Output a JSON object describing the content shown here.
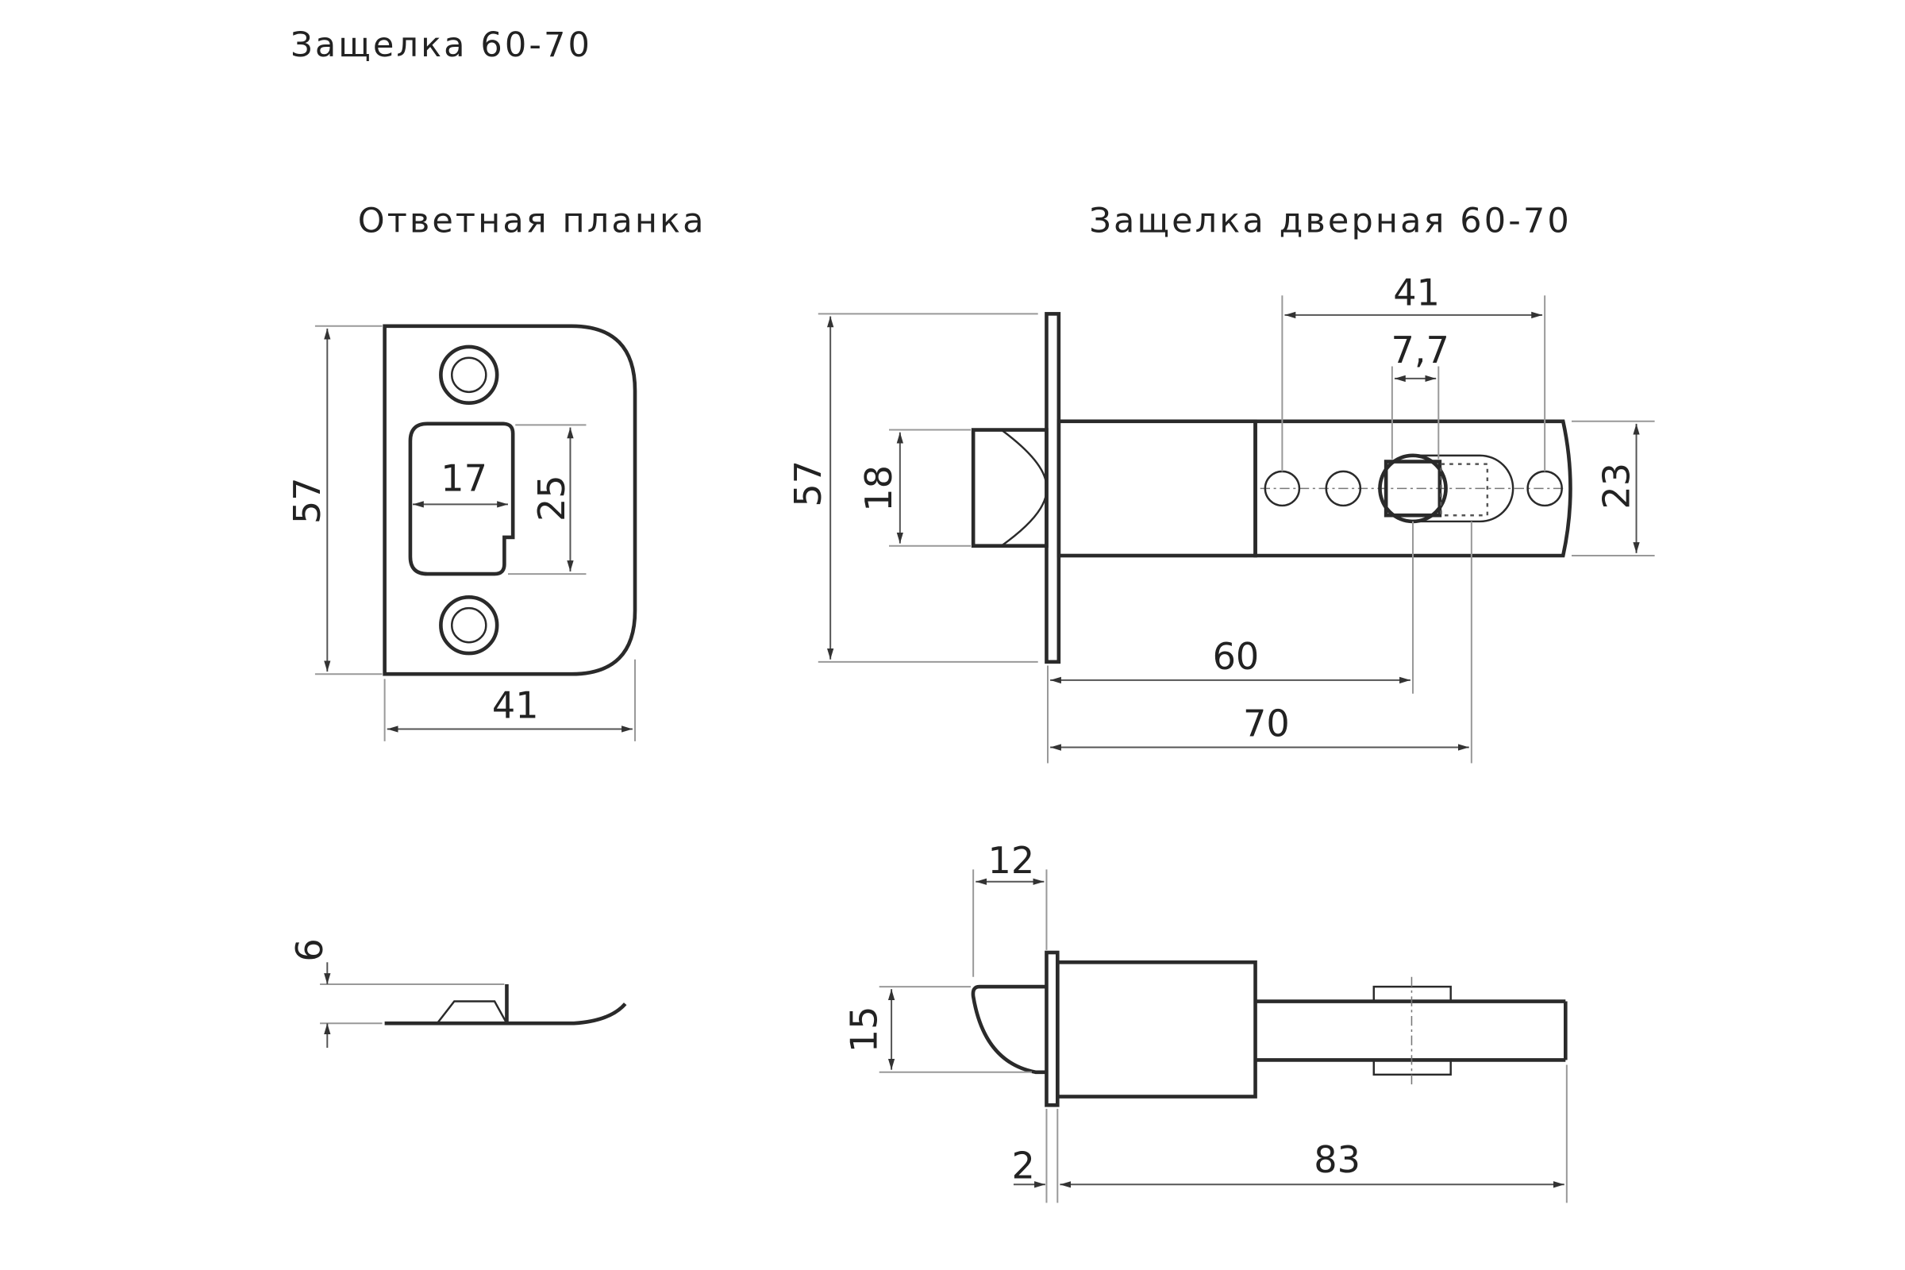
{
  "title": "Защелка 60-70",
  "views": {
    "strike_plate": {
      "label": "Ответная планка",
      "dims": {
        "height": "57",
        "window_width": "17",
        "window_height": "25",
        "width": "41",
        "thickness": "6"
      }
    },
    "latch": {
      "label": "Защелка дверная 60-70",
      "dims": {
        "height": "57",
        "bolt": "18",
        "holes_span": "41",
        "spindle": "7,7",
        "plate_height": "23",
        "backset_60": "60",
        "backset_70": "70",
        "bolt_projection": "12",
        "bolt_height": "15",
        "faceplate": "2",
        "length": "83"
      }
    }
  }
}
